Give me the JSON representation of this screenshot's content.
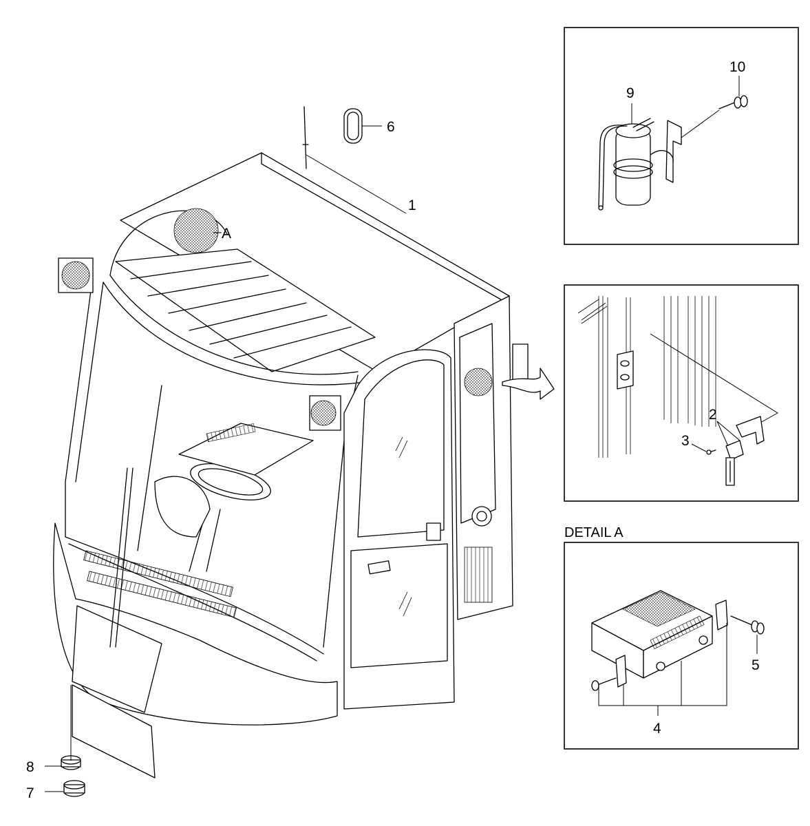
{
  "callouts": {
    "c1": "1",
    "c2": "2",
    "c3": "3",
    "c4": "4",
    "c5": "5",
    "c6": "6",
    "c7": "7",
    "c8": "8",
    "c9": "9",
    "c10": "10",
    "cA": "A"
  },
  "detail_a_title": "DETAIL A"
}
